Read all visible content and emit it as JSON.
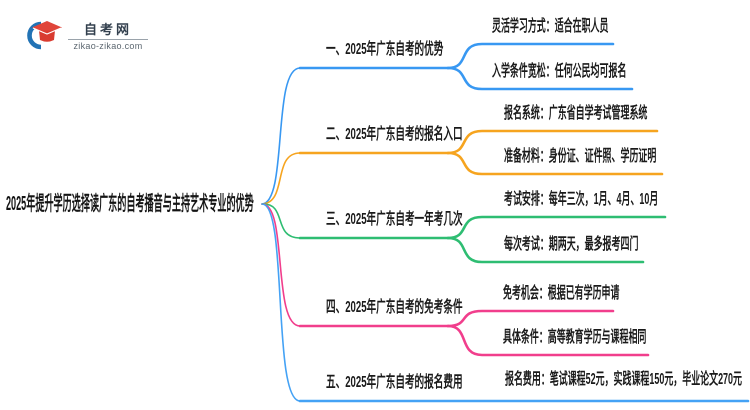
{
  "logo": {
    "site_name": "自考网",
    "site_url": "zikao-zikao.com",
    "icon": "graduation-cap-icon",
    "cap_color": "#e0453a",
    "swoosh_color": "#2273b5"
  },
  "root": {
    "title": "2025年提升学历选择读广东的自考播音与主持艺术专业的优势"
  },
  "branches": [
    {
      "label": "一、2025年广东自考的优势",
      "color": "#3898f2",
      "leaves": [
        "灵活学习方式：适合在职人员",
        "入学条件宽松：任何公民均可报名"
      ]
    },
    {
      "label": "二、2025年广东自考的报名入口",
      "color": "#f6a41f",
      "leaves": [
        "报名系统：广东省自学考试管理系统",
        "准备材料：身份证、证件照、学历证明"
      ]
    },
    {
      "label": "三、2025年广东自考一年考几次",
      "color": "#2ebd72",
      "leaves": [
        "考试安排：每年三次，1月、4月、10月",
        "每次考试：期两天，最多报考四门"
      ]
    },
    {
      "label": "四、2025年广东自考的免考条件",
      "color": "#f13e8c",
      "leaves": [
        "免考机会：根据已有学历申请",
        "具体条件：高等教育学历与课程相同"
      ]
    },
    {
      "label": "五、2025年广东自考的报名费用",
      "color": "#44a2f5",
      "leaves": [
        "报名费用：笔试课程52元，实践课程150元，毕业论文270元"
      ]
    }
  ]
}
